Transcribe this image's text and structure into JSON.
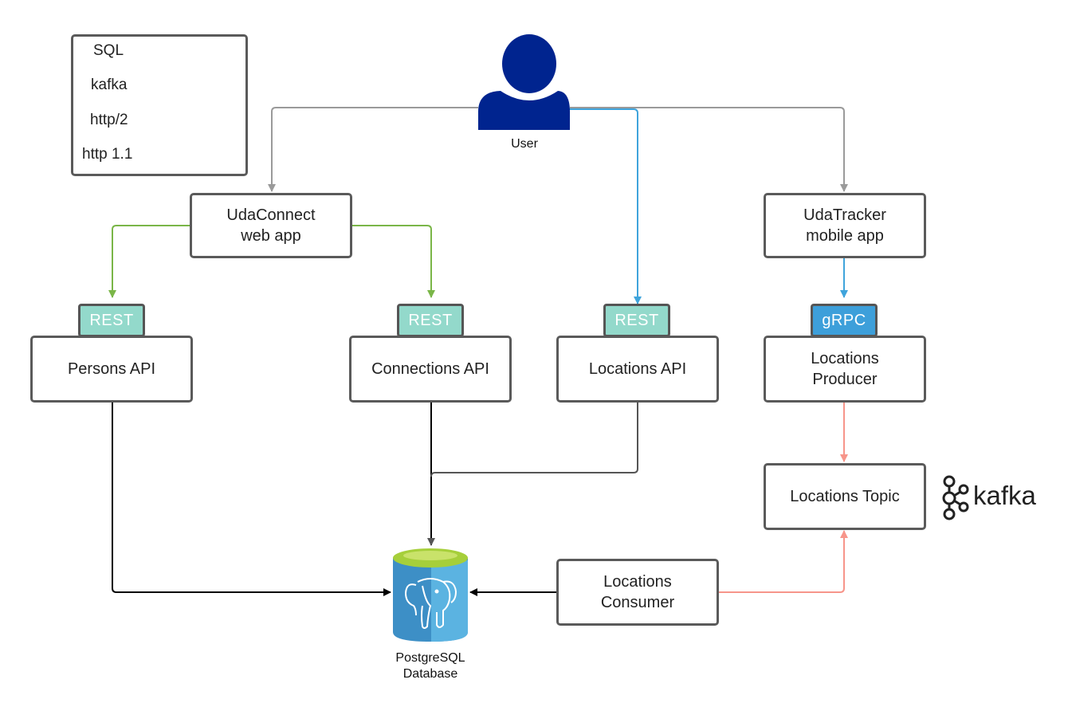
{
  "legend": {
    "items": [
      {
        "label": "SQL",
        "color": "#000000"
      },
      {
        "label": "kafka",
        "color": "#f7958a"
      },
      {
        "label": "http/2",
        "color": "#3fa4dc"
      },
      {
        "label": "http 1.1",
        "color": "#7ab648"
      }
    ]
  },
  "user": {
    "label": "User",
    "color": "#00248f"
  },
  "nodes": {
    "udaconnect": "UdaConnect\nweb app",
    "udatracker": "UdaTracker\nmobile app",
    "persons_api": "Persons API",
    "connections_api": "Connections API",
    "locations_api": "Locations API",
    "locations_producer": "Locations\nProducer",
    "locations_topic": "Locations Topic",
    "locations_consumer": "Locations\nConsumer"
  },
  "tags": {
    "rest": "REST",
    "grpc": "gRPC"
  },
  "database": {
    "label": "PostgreSQL\nDatabase",
    "icon": "postgresql-cylinder-icon"
  },
  "kafka_logo": {
    "text": "kafka",
    "icon": "kafka-logo-icon"
  },
  "colors": {
    "sql": "#000000",
    "kafka": "#f7958a",
    "http2": "#3fa4dc",
    "http11": "#7ab648",
    "user_lines": "#9a9a9a"
  }
}
